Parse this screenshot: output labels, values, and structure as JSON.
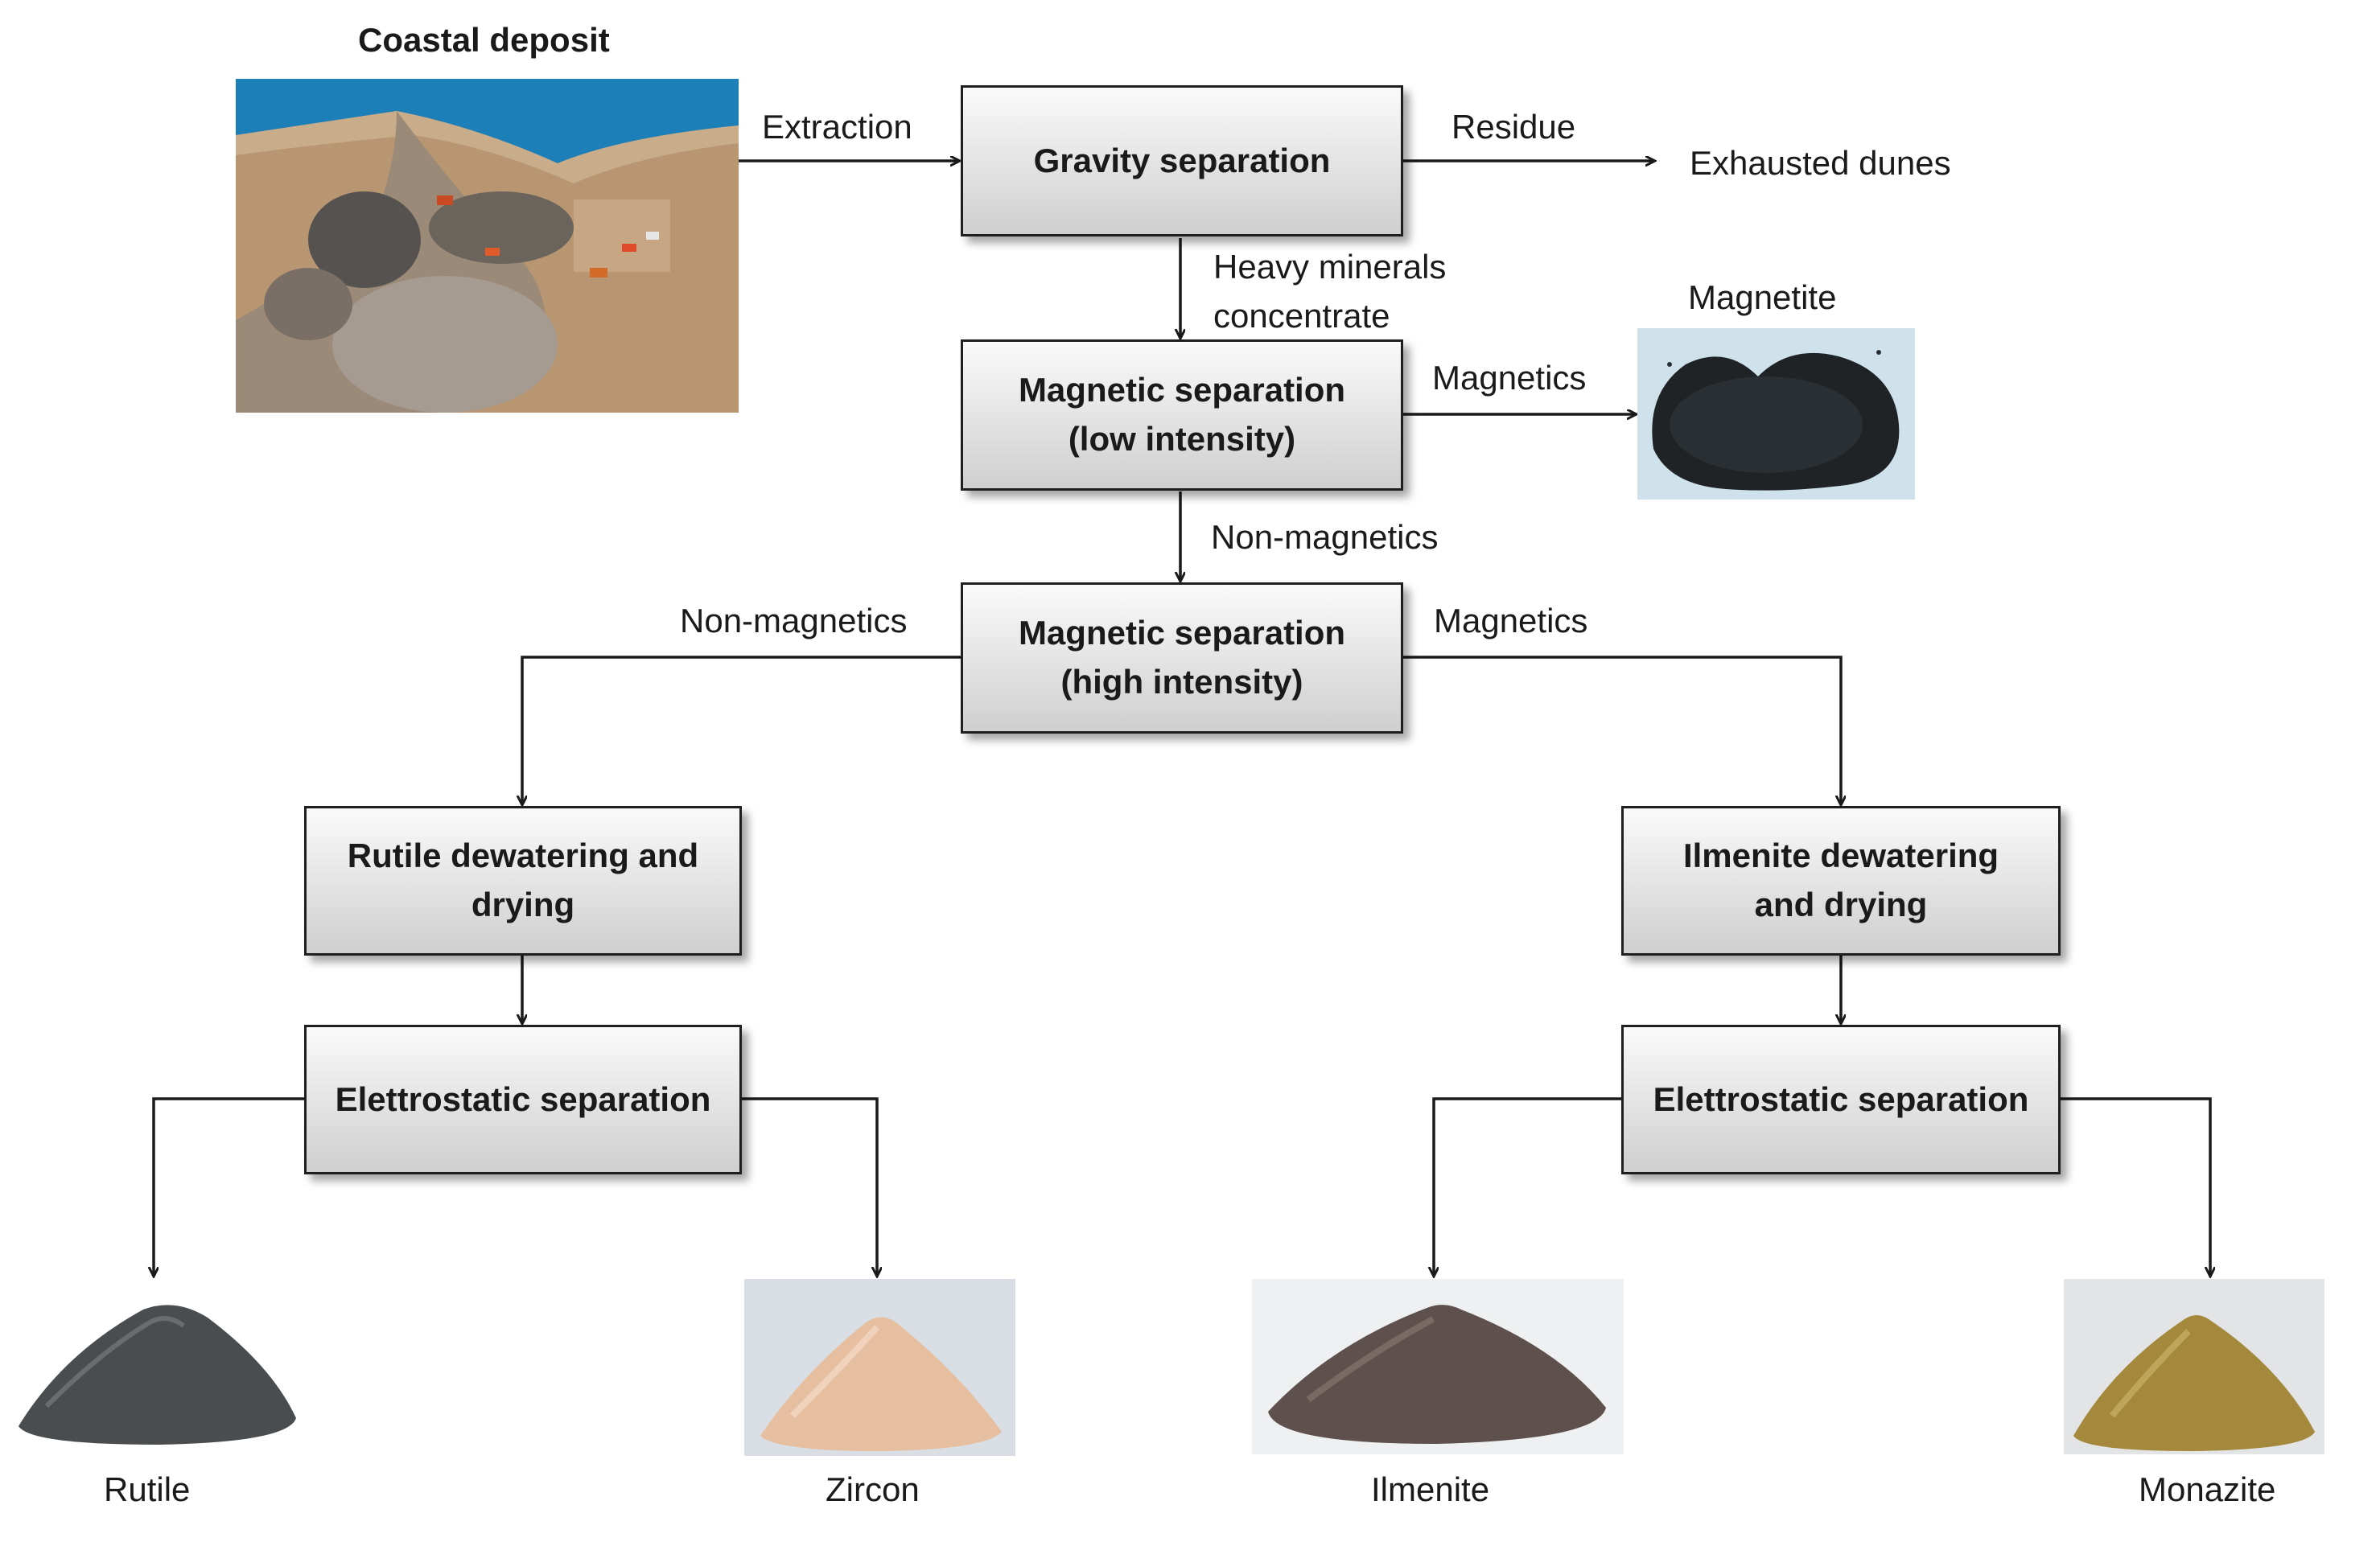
{
  "title": "Coastal deposit",
  "boxes": {
    "gravity": "Gravity separation",
    "mag_low_1": "Magnetic separation",
    "mag_low_2": "(low intensity)",
    "mag_high_1": "Magnetic separation",
    "mag_high_2": "(high intensity)",
    "rutile_dry_1": "Rutile dewatering and",
    "rutile_dry_2": "drying",
    "ilm_dry_1": "Ilmenite dewatering",
    "ilm_dry_2": "and drying",
    "elec_left": "Elettrostatic separation",
    "elec_right": "Elettrostatic separation"
  },
  "labels": {
    "extraction": "Extraction",
    "residue": "Residue",
    "exhausted": "Exhausted dunes",
    "heavy_1": "Heavy minerals",
    "heavy_2": "concentrate",
    "magnetite": "Magnetite",
    "magnetics_low": "Magnetics",
    "nonmag_low": "Non-magnetics",
    "nonmag_high": "Non-magnetics",
    "magnetics_high": "Magnetics"
  },
  "products": {
    "rutile": "Rutile",
    "zircon": "Zircon",
    "ilmenite": "Ilmenite",
    "monazite": "Monazite"
  }
}
